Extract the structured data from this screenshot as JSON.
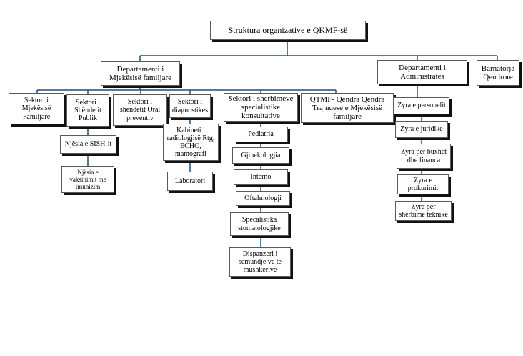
{
  "root": "Struktura organizative  e  QKMF-së",
  "departments": {
    "family_medicine": "Departamenti i\nMjekësisë familjare",
    "administration": "Departamenti i\nAdministrates",
    "pharmacy": "Barnatorja\nQendrore"
  },
  "sectors": {
    "family_medicine": "Sektori i\nMjekësisë\nFamiljare",
    "public_health": "Sektori i\nShëndetit\nPublik",
    "oral_health": "Sektori i\nshëndetit Oral\npreventiv",
    "diagnostics": "Sektori i\ndiagnostikes",
    "specialist_services": "Sektori  i sherbimeve\nspecialistike\nkonsultative",
    "training_center": "QTMF- Qendra  Qendra\nTrajnuese e Mjekësisë\nfamiljare"
  },
  "public_health_units": [
    "Njësia e SISH-it",
    "Njësia e\nvaksinimit me\nimunizim"
  ],
  "diagnostics_units": [
    "Kabineti i\nradiologjisë Rtg,\nECHO,\nmamografi",
    "Laboratori"
  ],
  "specialist_units": [
    "Pediatria",
    "Gjinekologjia",
    "Interno",
    "Oftalmologji",
    "Specalistika\nstomatologjike",
    "Dispanzeri i\nsëmundje ve te\nmushkërive"
  ],
  "admin_offices": [
    "Zyra e personelit",
    "Zyra e juridike",
    "Zyra per buxhet\ndhe  financa",
    "Zyra  e\nprokurimit",
    "Zyra per\nsherbime teknike"
  ]
}
